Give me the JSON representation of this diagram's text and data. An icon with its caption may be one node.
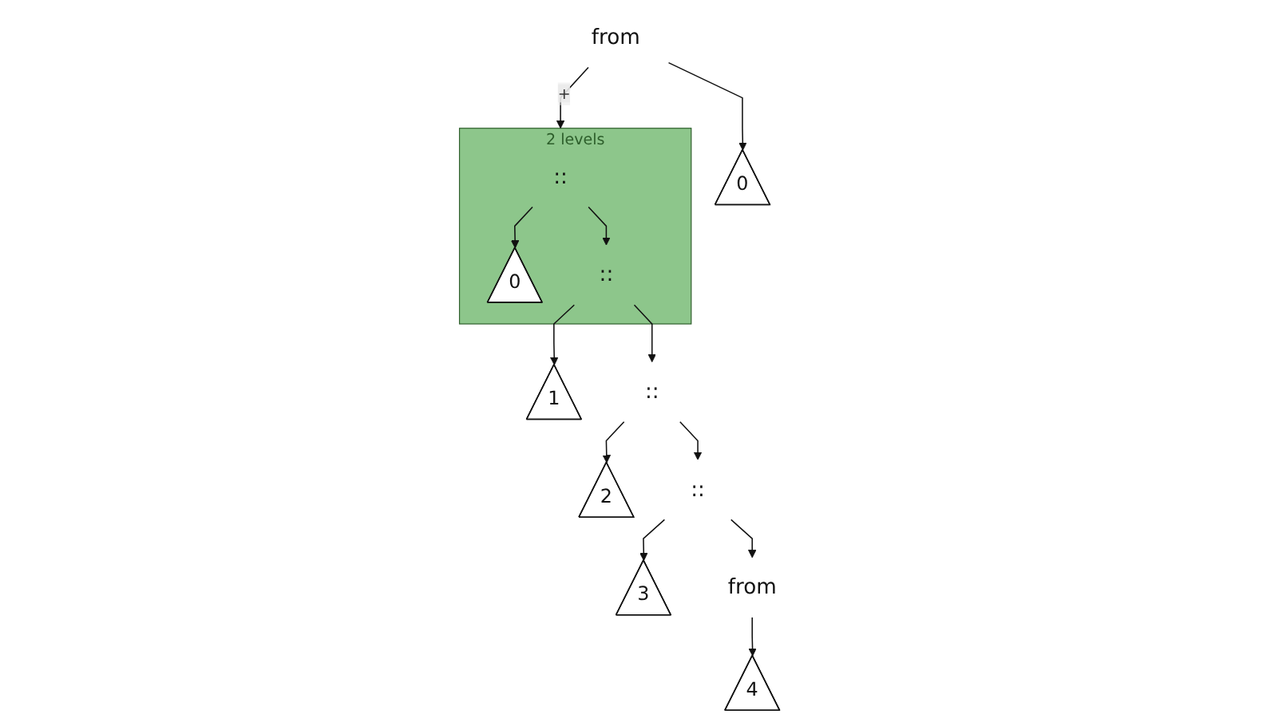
{
  "diagram": {
    "nodes": [
      {
        "text": [
          "from"
        ]
      },
      {
        "text": [
          "0"
        ]
      },
      {
        "text": [
          "2 levels"
        ]
      },
      {
        "text": [
          "::"
        ],
        "in": 2
      },
      {
        "text": [
          "0"
        ],
        "in": 2
      },
      {
        "text": [
          "::"
        ],
        "in": 2
      },
      {
        "text": [
          "1"
        ]
      },
      {
        "text": [
          "::"
        ]
      },
      {
        "text": [
          "2"
        ]
      },
      {
        "text": [
          "::"
        ]
      },
      {
        "text": [
          "3"
        ]
      },
      {
        "text": [
          "from"
        ]
      },
      {
        "text": [
          "4"
        ]
      }
    ],
    "edges": [
      {
        "from": 0,
        "to": 1,
        "arrow": "to"
      },
      {
        "from": 0,
        "to": 2,
        "arrow": "to",
        "label": "+"
      },
      {
        "from": 3,
        "to": 4,
        "arrow": "to"
      },
      {
        "from": 3,
        "to": 5,
        "arrow": "to"
      },
      {
        "from": 5,
        "to": 6,
        "arrow": "to"
      },
      {
        "from": 5,
        "to": 7,
        "arrow": "to"
      },
      {
        "from": 7,
        "to": 8,
        "arrow": "to"
      },
      {
        "from": 7,
        "to": 9,
        "arrow": "to"
      },
      {
        "from": 9,
        "to": 10,
        "arrow": "to"
      },
      {
        "from": 9,
        "to": 11,
        "arrow": "to"
      },
      {
        "from": 11,
        "to": 12,
        "arrow": "to"
      }
    ]
  }
}
